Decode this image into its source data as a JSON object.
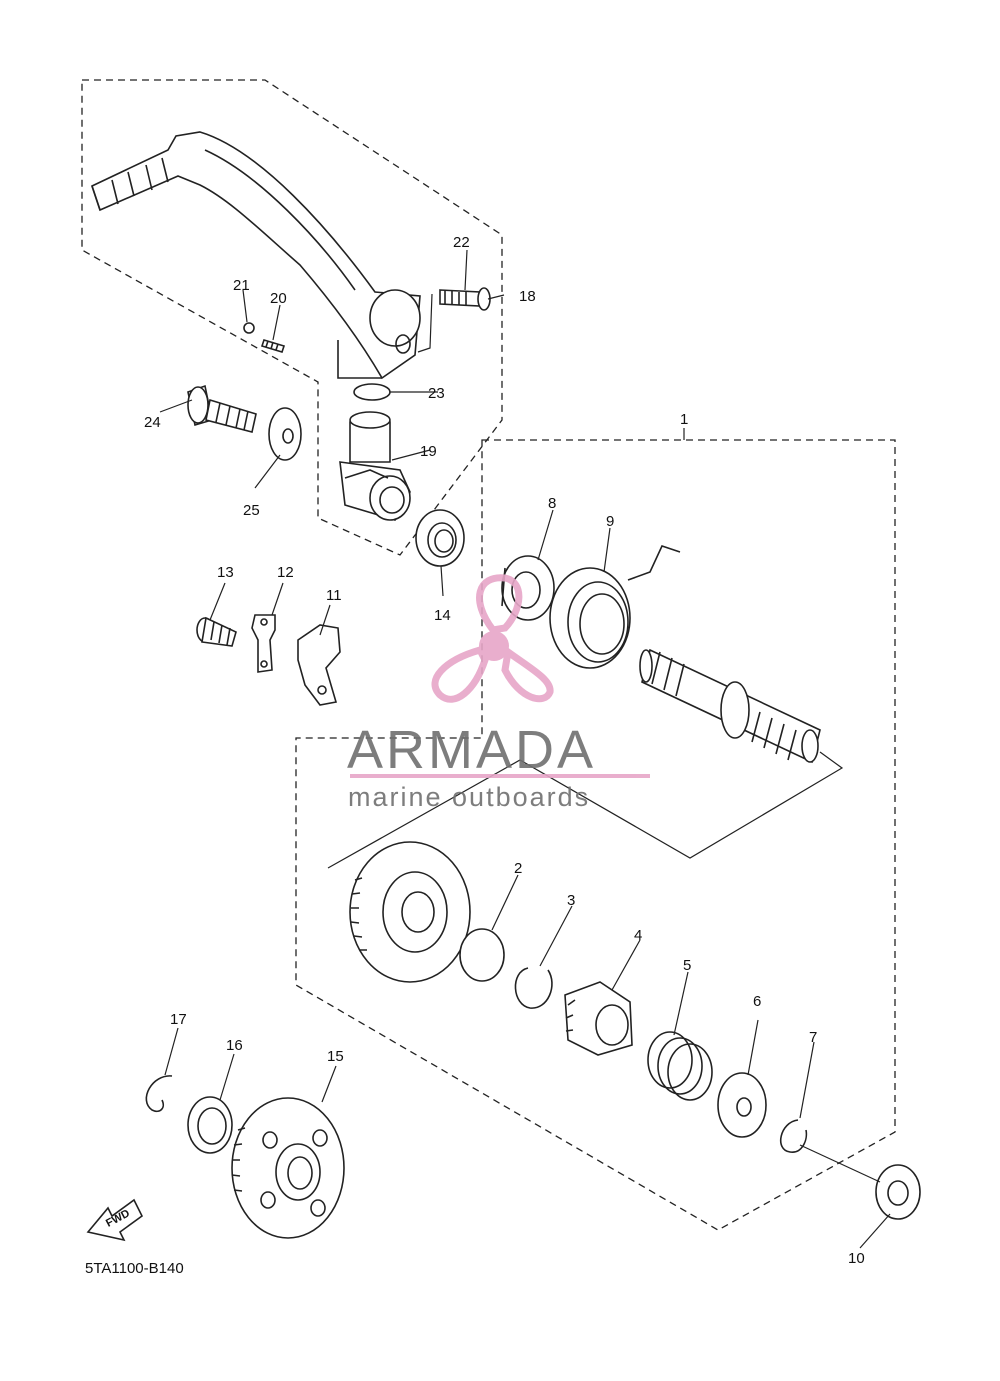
{
  "diagram": {
    "labels": {
      "p1": "1",
      "p2": "2",
      "p3": "3",
      "p4": "4",
      "p5": "5",
      "p6": "6",
      "p7": "7",
      "p8": "8",
      "p9": "9",
      "p10": "10",
      "p11": "11",
      "p12": "12",
      "p13": "13",
      "p14": "14",
      "p15": "15",
      "p16": "16",
      "p17": "17",
      "p18": "18",
      "p19": "19",
      "p20": "20",
      "p21": "21",
      "p22": "22",
      "p23": "23",
      "p24": "24",
      "p25": "25"
    },
    "drawing_code": "5TA1100-B140",
    "fwd_arrow": "FWD"
  },
  "watermark": {
    "title": "ARMADA",
    "subtitle": "marine outboards",
    "accent_color": "#e7a6c8",
    "text_color": "#707070",
    "icon": "propeller-logo-icon"
  }
}
